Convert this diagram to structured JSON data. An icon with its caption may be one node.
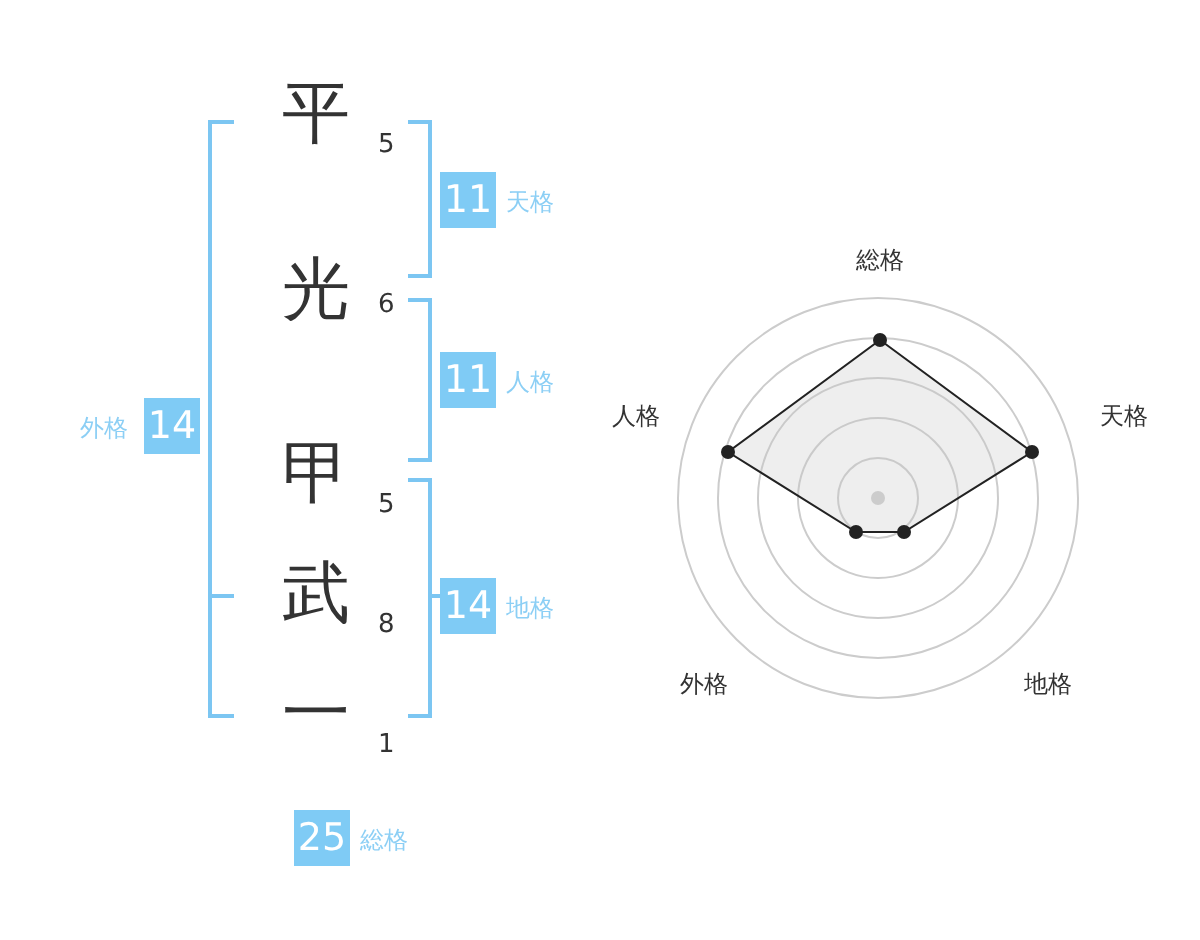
{
  "diagram": {
    "nodes": [
      {
        "text": [
          "11"
        ],
        "beside": [
          "天格"
        ]
      },
      {
        "text": [
          "11"
        ],
        "beside": [
          "人格"
        ]
      },
      {
        "text": [
          "14"
        ],
        "beside": [
          "外格"
        ]
      },
      {
        "text": [
          "14"
        ],
        "beside": [
          "地格"
        ]
      },
      {
        "text": [
          "25"
        ],
        "beside": [
          "総格"
        ]
      }
    ],
    "edges": [],
    "labels": [
      "平",
      "5",
      "光",
      "6",
      "甲",
      "5",
      "武",
      "8",
      "一",
      "1",
      "総格",
      "人格",
      "天格",
      "外格",
      "地格"
    ]
  }
}
